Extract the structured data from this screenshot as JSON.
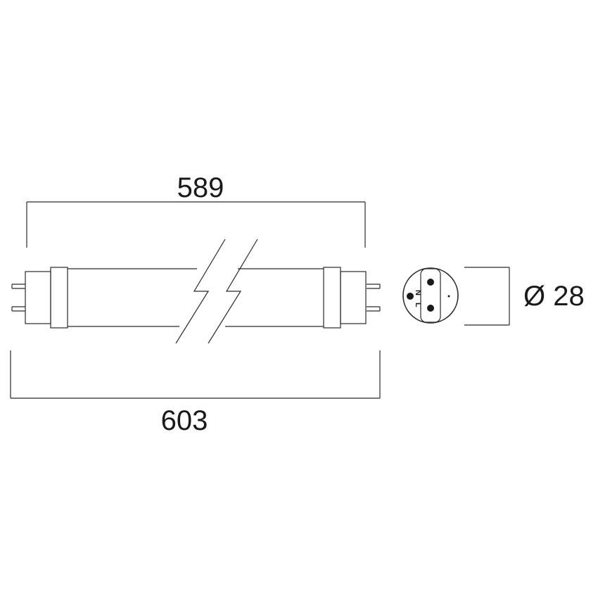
{
  "dimensions": {
    "length_bulb": "589",
    "length_total": "603",
    "diameter": "Ø 28"
  },
  "end_view": {
    "pin_label_n": "N",
    "pin_label_l": "L"
  },
  "colors": {
    "line": "#2a2a2a",
    "fill": "#ffffff",
    "pin": "#1a1a1a"
  }
}
